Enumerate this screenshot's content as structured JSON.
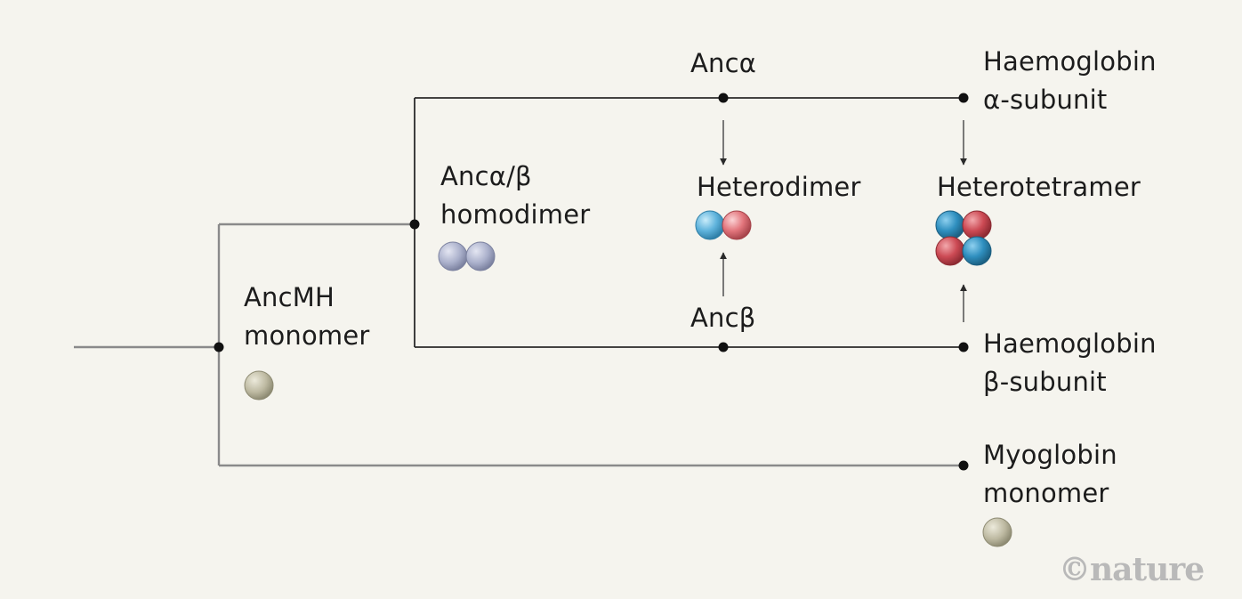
{
  "nodes": {
    "ancmh": {
      "line1": "AncMH",
      "line2": "monomer"
    },
    "anc_alpha_beta": {
      "line1": "Ancα/β",
      "line2": "homodimer"
    },
    "anc_alpha": {
      "label": "Ancα"
    },
    "anc_beta": {
      "label": "Ancβ"
    },
    "heterodimer": {
      "label": "Heterodimer"
    },
    "heterotetramer": {
      "label": "Heterotetramer"
    },
    "hb_alpha": {
      "line1": "Haemoglobin",
      "line2": "α-subunit"
    },
    "hb_beta": {
      "line1": "Haemoglobin",
      "line2": "β-subunit"
    },
    "myoglobin": {
      "line1": "Myoglobin",
      "line2": "monomer"
    }
  },
  "credit": "©nature",
  "colors": {
    "background": "#f5f4ee",
    "line": "#8a8a8a",
    "line_dark": "#1c1c1c",
    "alpha_red": "#c9454f",
    "beta_blue": "#2f86b5",
    "ancestral_grey_blue": "#a9aec9",
    "monomer_beige": "#b8b49c"
  }
}
